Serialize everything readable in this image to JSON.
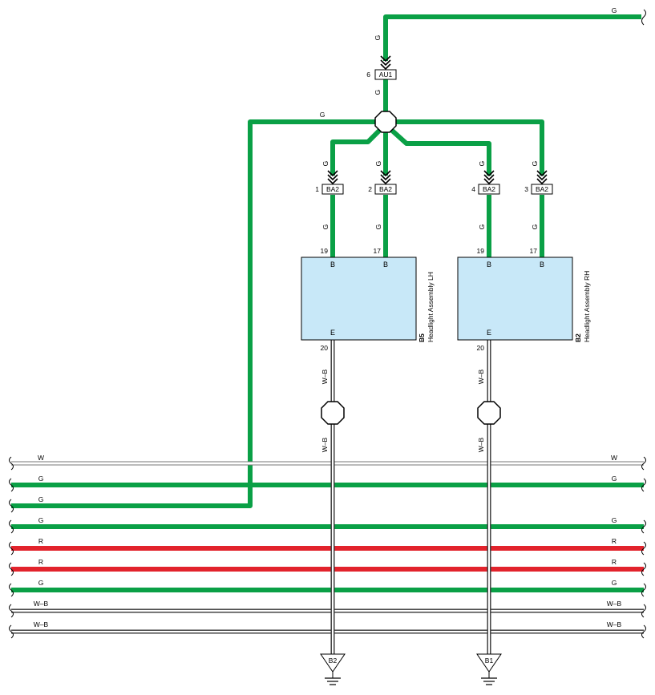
{
  "colors": {
    "green": "#0aa046",
    "red": "#e2232c",
    "white": "#ffffff",
    "component_fill": "#c8e8f8"
  },
  "wires": {
    "top": "G",
    "au1_in": "G",
    "au1_out": "G",
    "left_feed": "G",
    "ba2_lh_19": "G",
    "ba2_lh_17": "G",
    "ba2_rh_19": "G",
    "ba2_rh_17": "G",
    "ba2_lh_19_out": "G",
    "ba2_lh_17_out": "G",
    "ba2_rh_19_out": "G",
    "ba2_rh_17_out": "G",
    "lh_ground_upper": "W–B",
    "lh_ground_lower": "W–B",
    "rh_ground_upper": "W–B",
    "rh_ground_lower": "W–B"
  },
  "connectors": {
    "au1": {
      "pin": "6",
      "name": "AU1"
    },
    "ba2_1": {
      "pin": "1",
      "name": "BA2"
    },
    "ba2_2": {
      "pin": "2",
      "name": "BA2"
    },
    "ba2_4": {
      "pin": "4",
      "name": "BA2"
    },
    "ba2_3": {
      "pin": "3",
      "name": "BA2"
    }
  },
  "components": {
    "lh": {
      "code": "B5",
      "name": "Headlight Assembly LH",
      "pin_a": "19",
      "pin_b": "17",
      "pin_e": "20",
      "term_a": "B",
      "term_b": "B",
      "term_e": "E"
    },
    "rh": {
      "code": "B2",
      "name": "Headlight Assembly RH",
      "pin_a": "19",
      "pin_b": "17",
      "pin_e": "20",
      "term_a": "B",
      "term_b": "B",
      "term_e": "E"
    }
  },
  "grounds": {
    "lh": "B2",
    "rh": "B1"
  },
  "bus": [
    {
      "left": "W",
      "right": "W"
    },
    {
      "left": "G",
      "right": "G"
    },
    {
      "left": "G",
      "right": ""
    },
    {
      "left": "G",
      "right": "G"
    },
    {
      "left": "R",
      "right": "R"
    },
    {
      "left": "R",
      "right": "R"
    },
    {
      "left": "G",
      "right": "G"
    },
    {
      "left": "W–B",
      "right": "W–B"
    },
    {
      "left": "W–B",
      "right": "W–B"
    }
  ]
}
